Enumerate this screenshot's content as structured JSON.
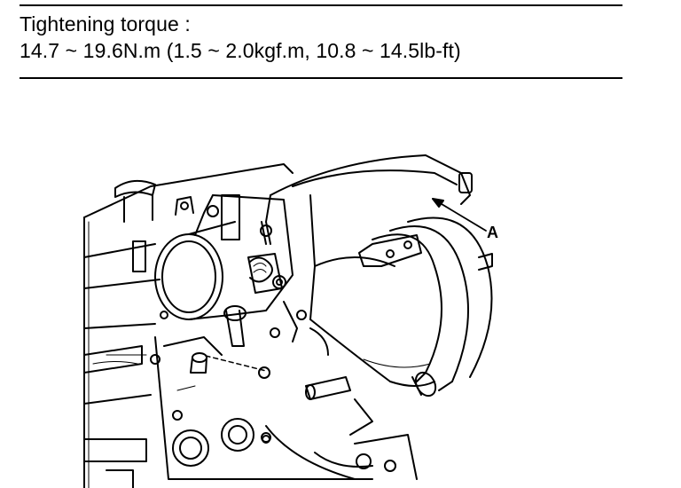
{
  "spec": {
    "heading": "Tightening torque :",
    "value": "14.7 ~ 19.6N.m (1.5 ~ 2.0kgf.m, 10.8 ~ 14.5lb-ft)"
  },
  "figure": {
    "callout_label": "A"
  }
}
